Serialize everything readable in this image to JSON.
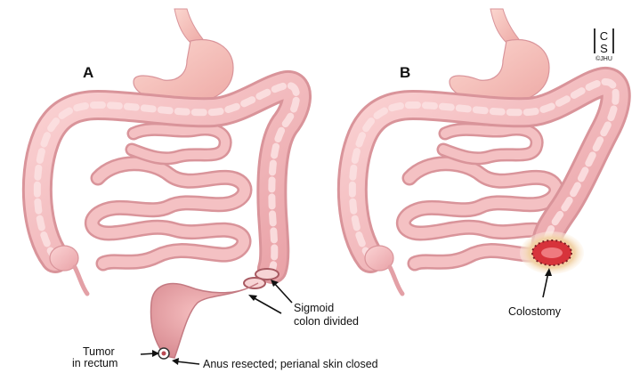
{
  "panels": [
    {
      "letter": "A"
    },
    {
      "letter": "B"
    }
  ],
  "labels": {
    "sigmoid": [
      "Sigmoid",
      "colon divided"
    ],
    "tumor": [
      "Tumor",
      "in rectum"
    ],
    "anus": "Anus resected; perianal skin closed",
    "colostomy": "Colostomy"
  },
  "logo": {
    "top": "C",
    "bottom": "S",
    "caption": "©JHU"
  },
  "colors": {
    "tissue": "#f2b5b8",
    "tissue_dark": "#d98f95",
    "tissue_light": "#fbd9da",
    "stomach": "#f7c2bd",
    "stoma_ring": "#e7c49a",
    "stoma_red": "#d7333b"
  }
}
